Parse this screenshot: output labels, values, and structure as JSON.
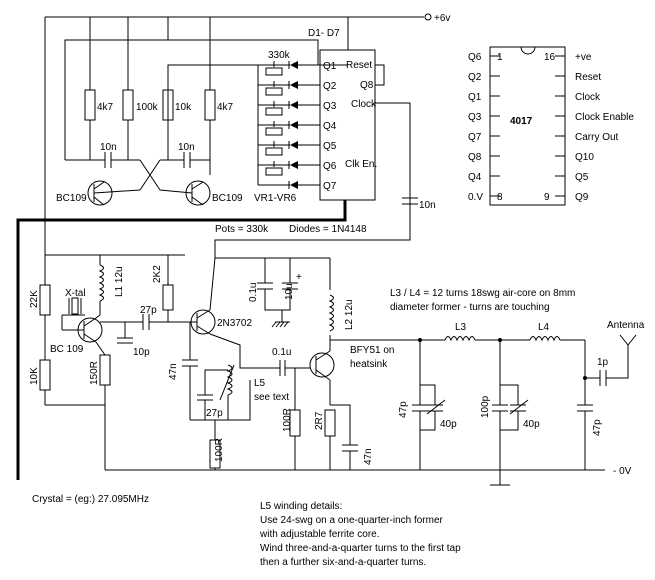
{
  "rails": {
    "vplus": "+6v",
    "vminus": "- 0V"
  },
  "labels": {
    "diodes_range": "D1- D7",
    "pot_value": "330k",
    "pots_note": "Pots = 330k",
    "diodes_note": "Diodes = 1N4148",
    "vr_range": "VR1-VR6",
    "crystal": "Crystal = (eg:) 27.095MHz",
    "xtal": "X-tal",
    "coil_note_1": "L3 / L4 = 12 turns 18swg air-core on 8mm",
    "coil_note_2": "diameter former - turns are touching",
    "antenna": "Antenna",
    "bfy_1": "BFY51 on",
    "bfy_2": "heatsink",
    "l5_name": "L5",
    "l5_see": "see text"
  },
  "counter_outputs": [
    "Q1",
    "Q2",
    "Q3",
    "Q4",
    "Q5",
    "Q6",
    "Q7"
  ],
  "counter_inputs": {
    "reset": "Reset",
    "q8": "Q8",
    "clock": "Clock",
    "clk_en": "Clk En."
  },
  "ic": {
    "name": "4017",
    "left_pins": [
      {
        "label": "Q6",
        "num": "1"
      },
      {
        "label": "Q2",
        "num": ""
      },
      {
        "label": "Q1",
        "num": ""
      },
      {
        "label": "Q3",
        "num": ""
      },
      {
        "label": "Q7",
        "num": ""
      },
      {
        "label": "Q8",
        "num": ""
      },
      {
        "label": "Q4",
        "num": ""
      },
      {
        "label": "0.V",
        "num": "8"
      }
    ],
    "right_pins": [
      {
        "label": "+ve",
        "num": "16"
      },
      {
        "label": "Reset",
        "num": ""
      },
      {
        "label": "Clock",
        "num": ""
      },
      {
        "label": "Clock Enable",
        "num": ""
      },
      {
        "label": "Carry Out",
        "num": ""
      },
      {
        "label": "Q10",
        "num": ""
      },
      {
        "label": "Q5",
        "num": ""
      },
      {
        "label": "Q9",
        "num": "9"
      }
    ]
  },
  "components": {
    "r_4k7": "4k7",
    "r_100k": "100k",
    "r_10k": "10k",
    "c_10n": "10n",
    "bc109": "BC109",
    "r_22k": "22K",
    "r_10k_b": "10K",
    "r_150r": "150R",
    "l1": "L1 12u",
    "bc_109": "BC 109",
    "c_27p": "27p",
    "c_10p": "10p",
    "r_2k2": "2K2",
    "q_2n3702": "2N3702",
    "c_47n": "47n",
    "c_01u": "0.1u",
    "c_10u": "10u",
    "l2": "L2 12u",
    "r_100r": "100R",
    "r_2r7": "2R7",
    "c_47p": "47p",
    "c_40p": "40p",
    "c_100p": "100p",
    "l3": "L3",
    "l4": "L4",
    "c_1p": "1p",
    "c_10n_b": "10n"
  },
  "l5_details": [
    "L5 winding details:",
    "Use 24-swg on a one-quarter-inch former",
    "with adjustable ferrite core.",
    "Wind three-and-a-quarter turns to the first tap",
    "then a further six-and-a-quarter turns."
  ]
}
